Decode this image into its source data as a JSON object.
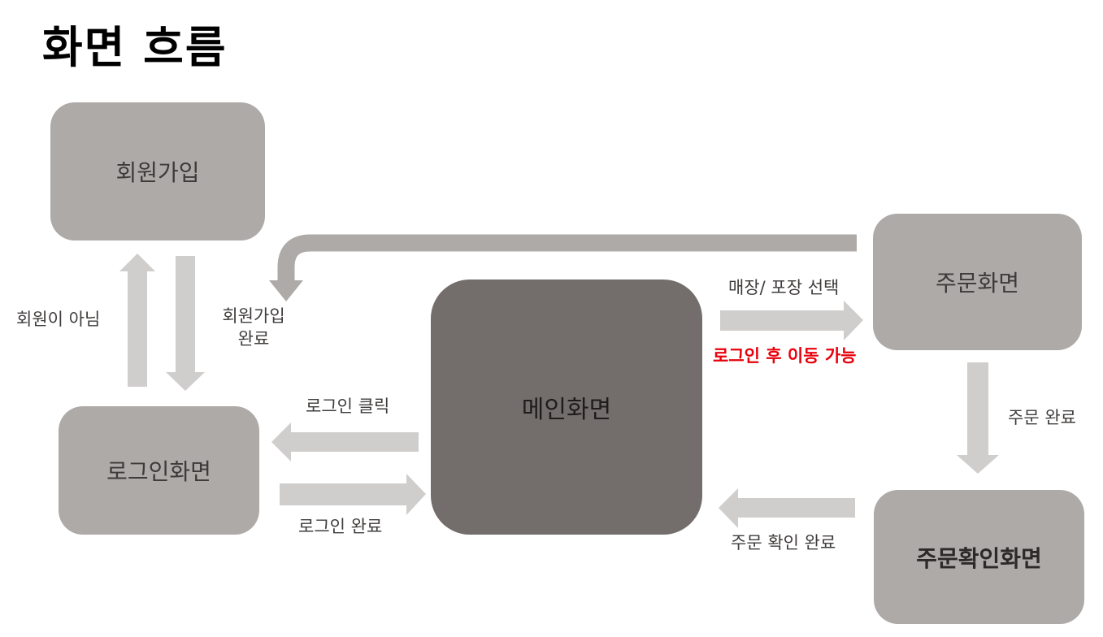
{
  "title": "화면 흐름",
  "nodes": {
    "signup": "회원가입",
    "login": "로그인화면",
    "main": "메인화면",
    "order": "주문화면",
    "order_confirm": "주문확인화면"
  },
  "edges": {
    "not_member": "회원이 아님",
    "signup_complete_line1": "회원가입",
    "signup_complete_line2": "완료",
    "login_click": "로그인 클릭",
    "login_complete": "로그인 완료",
    "store_pack_select": "매장/ 포장 선택",
    "after_login_only": "로그인 후 이동 가능",
    "order_complete": "주문 완료",
    "order_confirm_complete": "주문 확인 완료"
  },
  "colors": {
    "node_light": "#aeaaa8",
    "node_main": "#736e6c",
    "arrow_light": "#d0cecd",
    "arrow_dark": "#aeaaa8",
    "warning_text": "#e8000b"
  }
}
